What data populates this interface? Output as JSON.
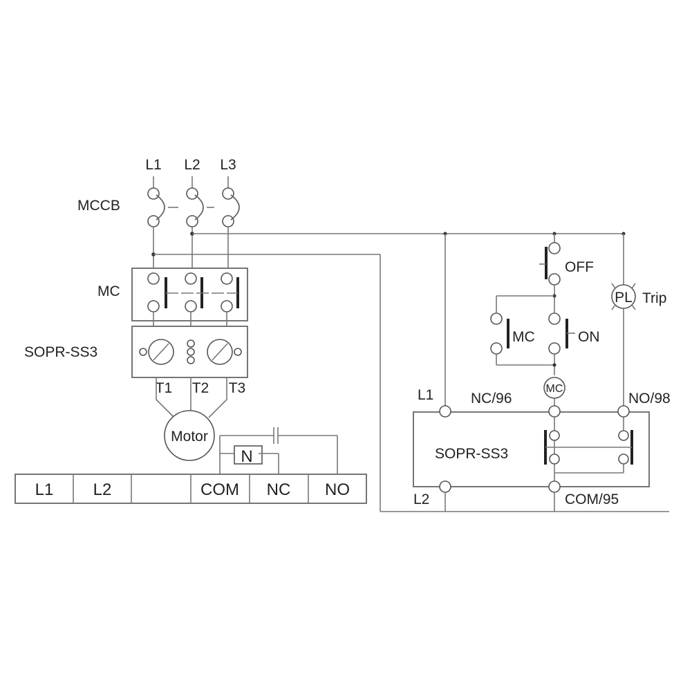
{
  "power": {
    "phases": [
      "L1",
      "L2",
      "L3"
    ],
    "mccb_label": "MCCB",
    "mc_label": "MC",
    "relay_label": "SOPR-SS3",
    "outputs": [
      "T1",
      "T2",
      "T3"
    ],
    "motor_label": "Motor",
    "neutral_label": "N"
  },
  "terminal_strip": [
    "L1",
    "L2",
    "",
    "COM",
    "NC",
    "NO"
  ],
  "control": {
    "off_label": "OFF",
    "on_label": "ON",
    "aux_contact_label": "MC",
    "coil_label": "MC",
    "pilot_label": "PL",
    "trip_label": "Trip",
    "l1_label": "L1",
    "l2_label": "L2",
    "nc_label": "NC/96",
    "no_label": "NO/98",
    "com_label": "COM/95",
    "relay_label": "SOPR-SS3"
  }
}
